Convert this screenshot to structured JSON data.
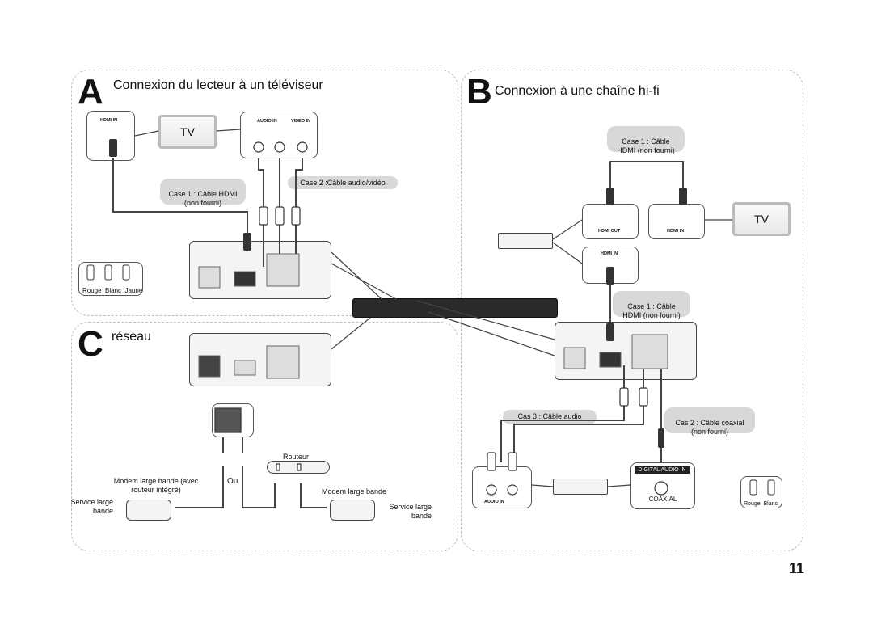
{
  "section_a": {
    "letter": "A",
    "title": "Connexion du lecteur à un téléviseur",
    "tv_label": "TV",
    "hdmi_in": "HDMI IN",
    "audio_in": "AUDIO IN",
    "video_in": "VIDEO IN",
    "case1": "Case 1 : Câble HDMI\n(non fourni)",
    "case2": "Case 2 :Câble audio/vidéo",
    "legend": "Rouge  Blanc  Jaune"
  },
  "section_b": {
    "letter": "B",
    "title": "Connexion à une chaîne hi-fi",
    "case1_top": "Case 1 : Câble\nHDMI (non fourni)",
    "hdmi_out": "HDMI OUT",
    "hdmi_in_tv": "HDMI IN",
    "hdmi_in_amp": "HDMI IN",
    "tv_label": "TV",
    "case1_mid": "Case 1 : Câble\nHDMI (non fourni)",
    "cas3": "Cas 3 : Câble audio",
    "cas2": "Cas 2 : Câble coaxial\n(non fourni)",
    "audio_in": "AUDIO IN",
    "digital_audio_in": "DIGITAL AUDIO IN",
    "coaxial": "COAXIAL",
    "legend": "Rouge  Blanc"
  },
  "section_c": {
    "letter": "C",
    "title": "réseau",
    "routeur": "Routeur",
    "ou": "Ou",
    "modem_left": "Modem large bande (avec\nrouteur intégré)",
    "modem_right": "Modem large bande",
    "service_left": "Service large\nbande",
    "service_right": "Service large\nbande"
  },
  "page_number": "11"
}
